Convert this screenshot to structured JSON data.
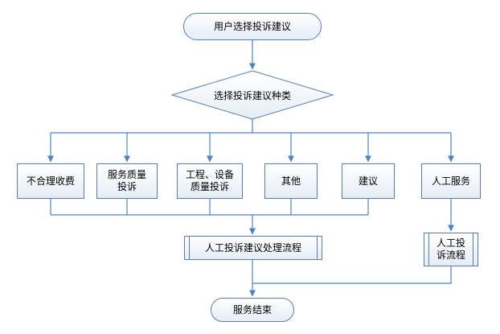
{
  "colors": {
    "node_border": "#5a7db0",
    "connector": "#4f81bd",
    "node_fill_top": "#ffffff",
    "node_fill_bottom": "#e6edf7",
    "text": "#000000",
    "background": "#ffffff"
  },
  "nodes": {
    "start": "用户选择投诉建议",
    "decision": "选择投诉建议种类",
    "branch_unreasonable_fee": "不合理收费",
    "branch_service_quality": "服务质量\n投诉",
    "branch_engineering_equipment": "工程、设备\n质量投诉",
    "branch_other": "其他",
    "branch_suggestion": "建议",
    "branch_manual_service": "人工服务",
    "process_complaint_suggestion_flow": "人工投诉建议处理流程",
    "process_manual_complaint_flow": "人工投\n诉流程",
    "end": "服务结束"
  }
}
